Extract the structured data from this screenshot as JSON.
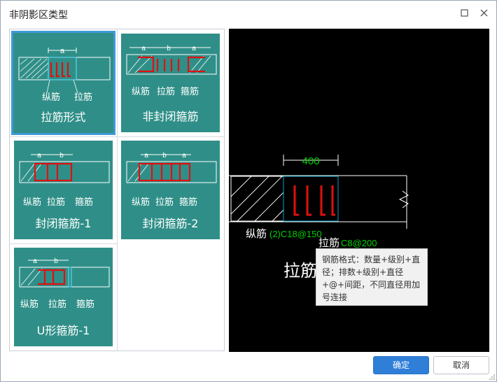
{
  "window": {
    "title": "非阴影区类型"
  },
  "cards": [
    {
      "label": "拉筋形式",
      "dim": "a",
      "callouts": [
        "纵筋",
        "拉筋"
      ],
      "selected": true
    },
    {
      "label": "非封闭箍筋",
      "dim": "b",
      "dims": [
        "a",
        "b",
        "a"
      ],
      "callouts": [
        "纵筋",
        "拉筋",
        "箍筋"
      ]
    },
    {
      "label": "封闭箍筋-1",
      "dims": [
        "a",
        "b"
      ],
      "callouts": [
        "纵筋",
        "拉筋",
        "箍筋"
      ]
    },
    {
      "label": "封闭箍筋-2",
      "dims": [
        "a",
        "b",
        "a"
      ],
      "callouts": [
        "纵筋",
        "拉筋",
        "箍筋"
      ]
    },
    {
      "label": "U形箍筋-1",
      "dims": [
        "a",
        "b"
      ],
      "callouts": [
        "纵筋",
        "拉筋",
        "箍筋"
      ]
    }
  ],
  "preview": {
    "dimension": "400",
    "rebar_label": "纵筋",
    "rebar_spec": "(2)C18@150",
    "tie_label": "拉筋",
    "tie_spec": "C8@200",
    "type_label": "拉筋"
  },
  "tooltip": {
    "text": "钢筋格式：数量+级别+直径；排数+级别+直径+@+间距，不同直径用加号连接"
  },
  "buttons": {
    "ok": "确定",
    "cancel": "取消"
  },
  "colors": {
    "accent": "#2f7fd8",
    "card": "#2f8f88",
    "rebar": "#e01010",
    "dim": "#00d000",
    "select": "#3f9ad8"
  }
}
